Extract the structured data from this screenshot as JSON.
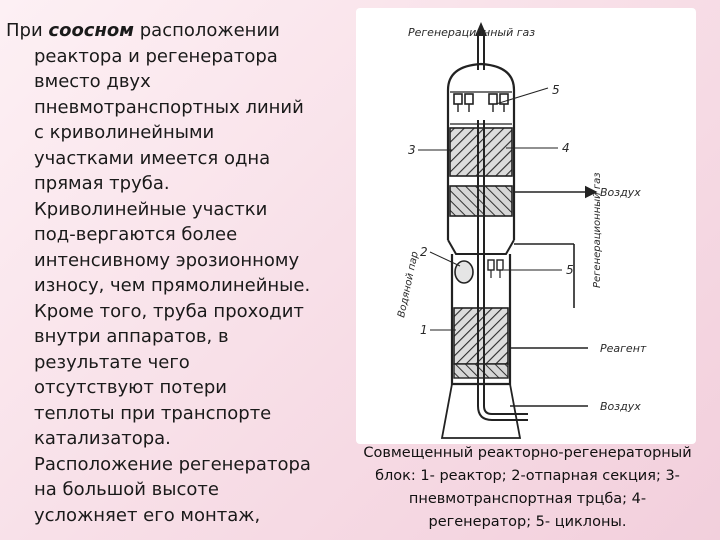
{
  "body": {
    "first_word": "При",
    "emphasis": "соосном",
    "first_tail": "расположении",
    "lines": [
      "реактора и регенератора",
      "вместо двух",
      "пневмотранспортных линий",
      "с криволинейными",
      "участками имеется одна",
      "прямая труба.",
      "Криволинейные участки",
      "под-вергаются более",
      "интенсивному эрозионному",
      "износу, чем прямолинейные.",
      "Кроме того, труба проходит",
      "внутри аппаратов, в",
      "результате чего",
      "отсутствуют потери",
      "теплоты при транспорте",
      "катализатора."
    ],
    "tail_lines": [
      "Расположение регенератора",
      "на большой высоте",
      "усложняет его монтаж,"
    ]
  },
  "figure": {
    "labels": {
      "regen_gas_top": "Регенерационный газ",
      "regen_gas_side": "Регенерационный газ",
      "air_top": "Воздух",
      "air_bottom": "Воздух",
      "reagent": "Реагент",
      "water_steam": "Водяной пар",
      "n1": "1",
      "n2": "2",
      "n3": "3",
      "n4": "4",
      "n5_top": "5",
      "n5_mid": "5"
    }
  },
  "caption": {
    "lines": [
      "Совмещенный реакторно-регенераторный",
      "блок: 1- реактор; 2-отпарная секция; 3-",
      "пневмотранспортная трцба; 4-",
      "регенератор; 5- циклоны."
    ]
  }
}
